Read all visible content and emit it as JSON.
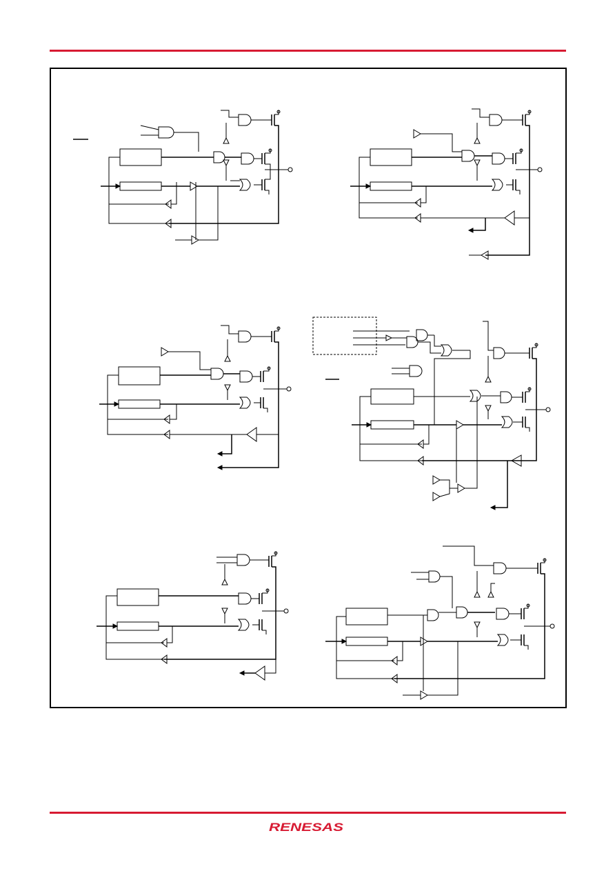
{
  "colors": {
    "brand_red": "#d71a32",
    "ink": "#000000",
    "background": "#ffffff"
  },
  "footer": {
    "logo_text": "RENESAS"
  },
  "diagram": {
    "panel_count": 6,
    "icon": "logic-circuit-schematic"
  }
}
